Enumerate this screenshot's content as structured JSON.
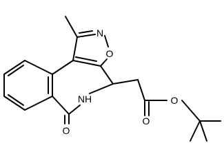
{
  "molecule": {
    "atoms": {
      "ring_nitrogen": "N",
      "ring_oxygen": "O",
      "amide_nh": "NH",
      "amide_oxygen": "O",
      "ester_carbonyl_oxygen": "O",
      "ester_oxygen": "O"
    }
  },
  "colors": {
    "ink": "#000000",
    "background": "#ffffff"
  }
}
